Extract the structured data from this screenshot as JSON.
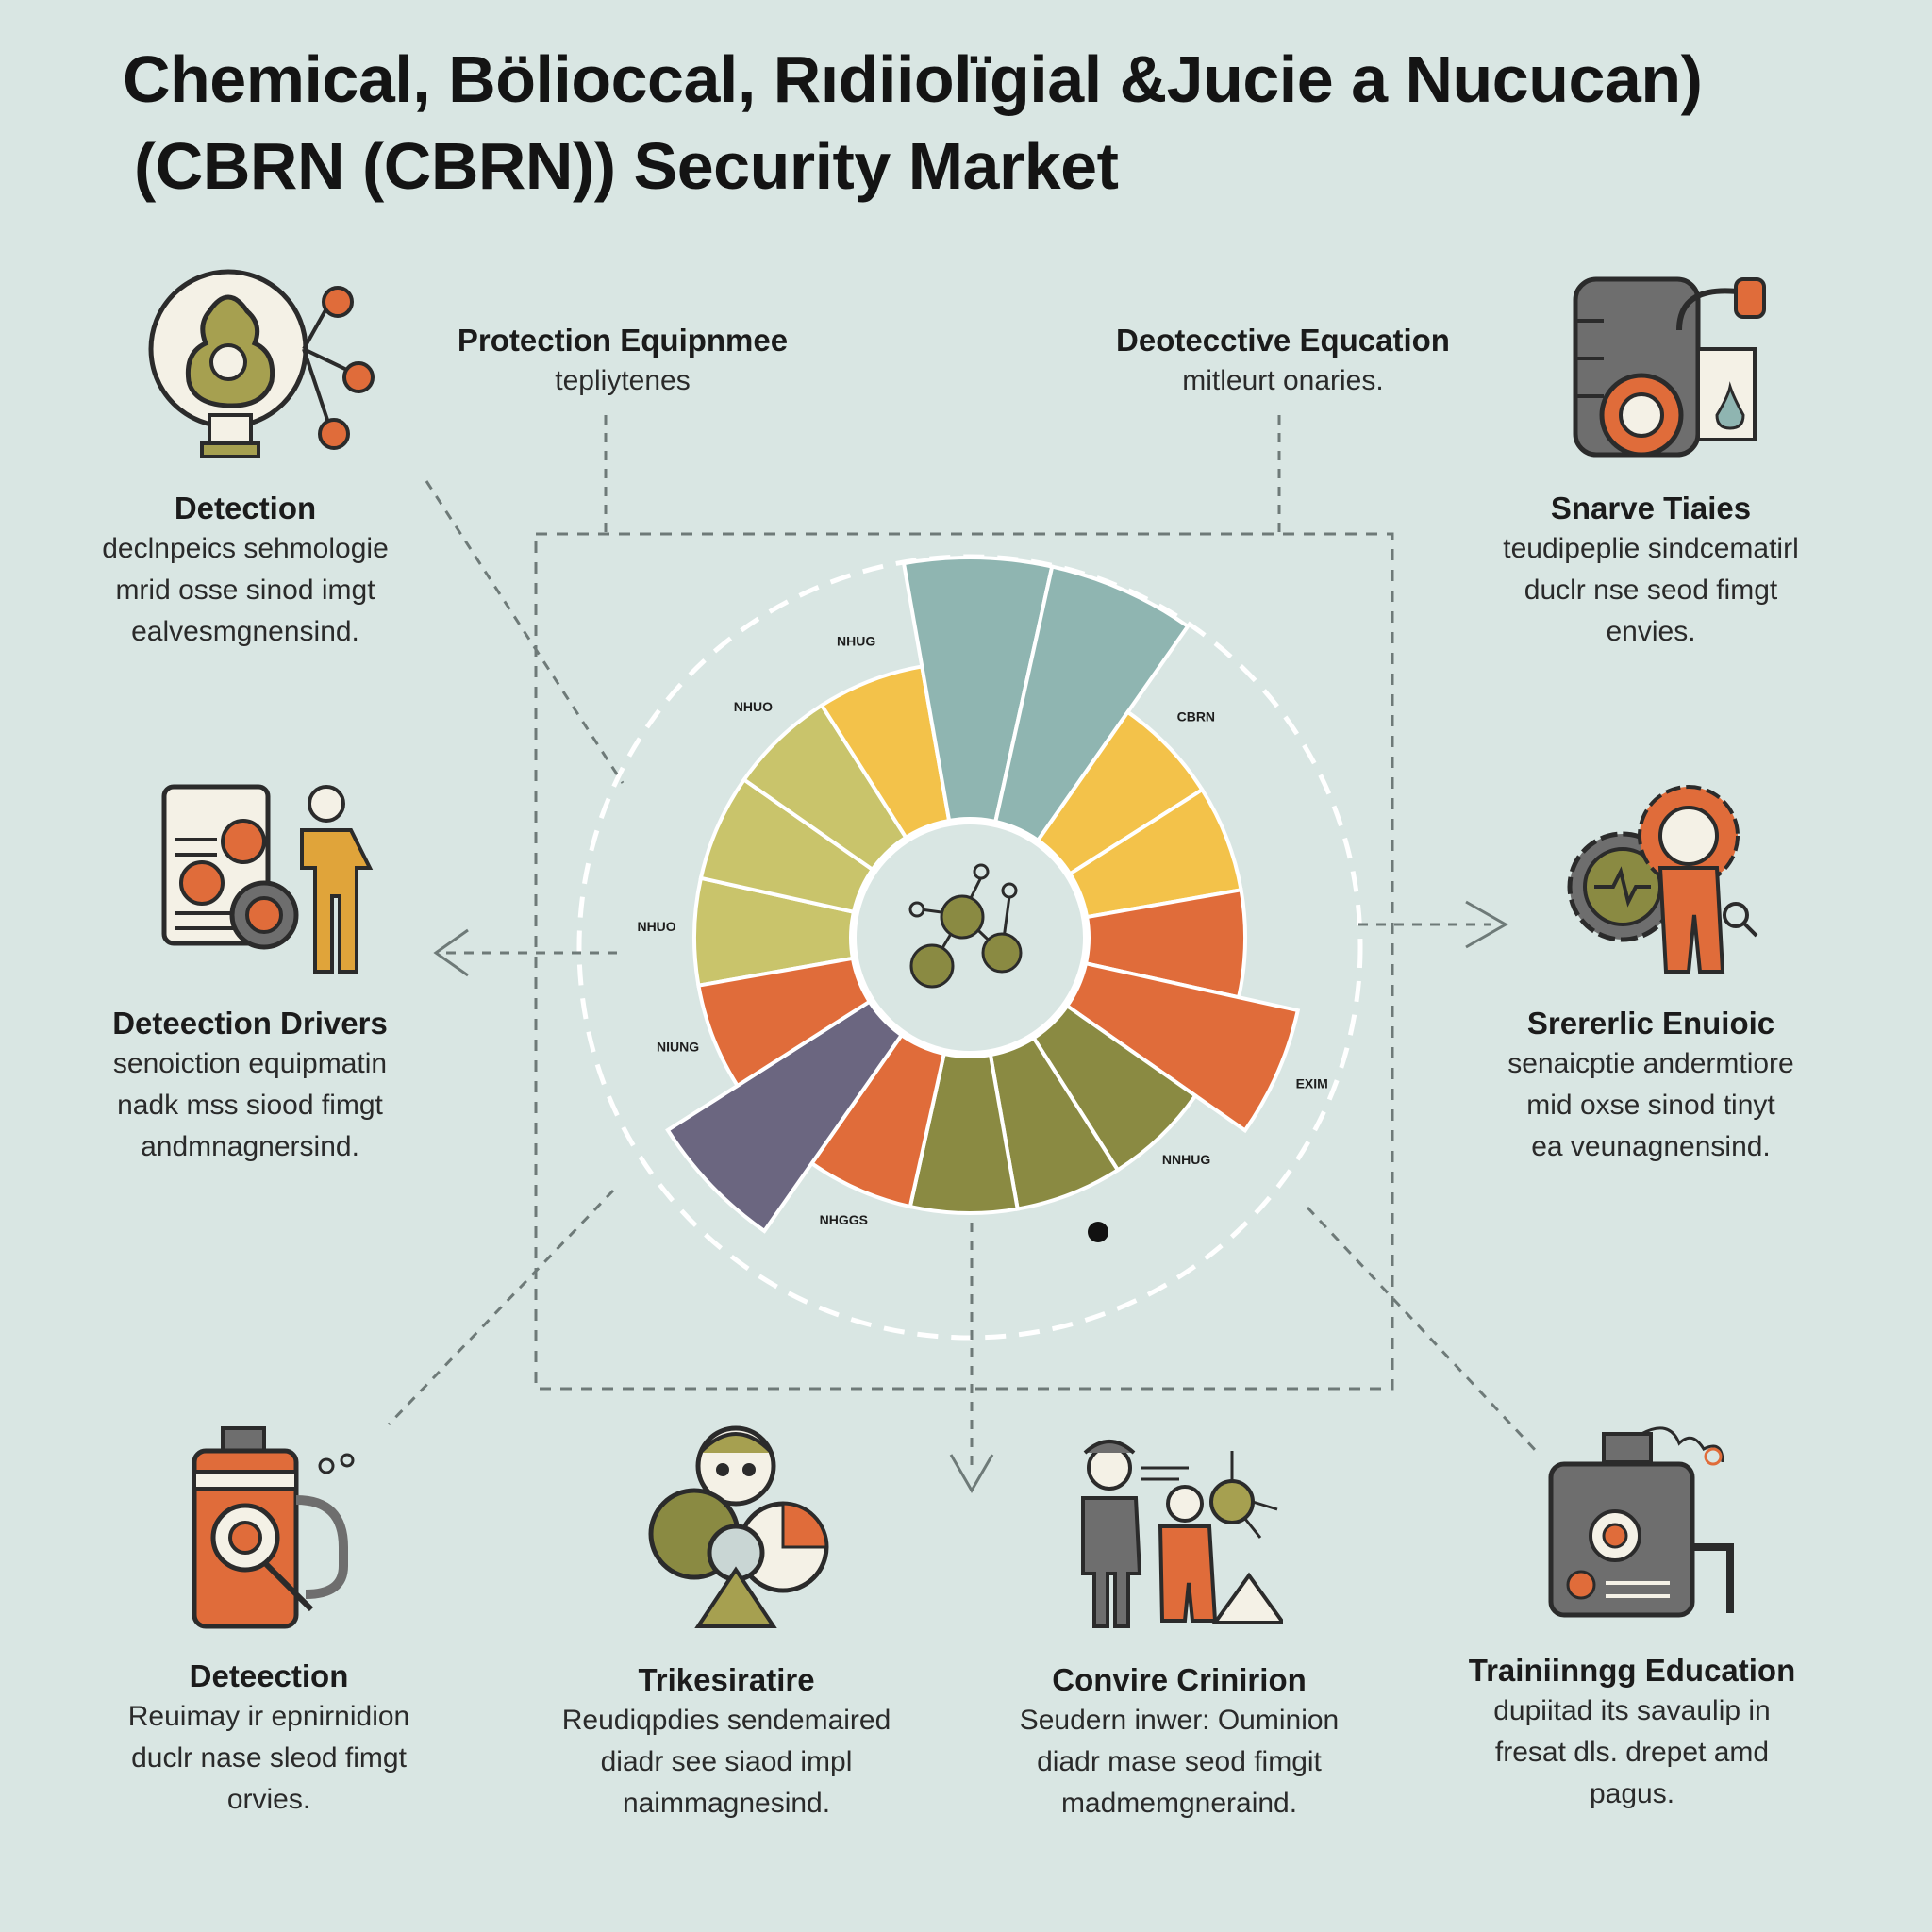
{
  "title": {
    "line1": "Chemical, Bölioccal, Rıdiiolïgial &Jucie a Nucucan)",
    "line2": "(CBRN (CBRN)) Security Market"
  },
  "top_labels": [
    {
      "heading": "Protection Equipnmee",
      "sub": "tepliytenes"
    },
    {
      "heading": "Deotecctive Equcation",
      "sub": "mitleurt onaries."
    }
  ],
  "blocks": [
    {
      "heading": "Detection",
      "lines": [
        "declnpeics sehmologie",
        "mrid osse sinod imgt",
        "ealvesmgnensind."
      ]
    },
    {
      "heading": "Snarve Tiaies",
      "lines": [
        "teudipeplie sindcematirl",
        "duclr nse seod fimgt",
        "envies."
      ]
    },
    {
      "heading": "Deteection Drivers",
      "lines": [
        "senoiction equipmatin",
        "nadk mss siood fimgt",
        "andmnagnersind."
      ]
    },
    {
      "heading": "Srererlic Enuioic",
      "lines": [
        "senaicptie andermtiore",
        "mid oxse sinod tinyt",
        "ea veunagnensind."
      ]
    },
    {
      "heading": "Deteection",
      "lines": [
        "Reuimay ir epnirnidion",
        "duclr nase sleod fimgt",
        "orvies."
      ]
    },
    {
      "heading": "Trikesiratire",
      "lines": [
        "Reudiqpdies sendemaired",
        "diadr see siaod impl",
        "naimmagnesind."
      ]
    },
    {
      "heading": "Convire Crinirion",
      "lines": [
        "Seudern inwer: Ouminion",
        "diadr mase seod fimgit",
        "madmemgneraind."
      ]
    },
    {
      "heading": "Trainiinngg Education",
      "lines": [
        "dupiitad its savaulip in",
        "fresat dls. drepet amd",
        "pagus."
      ]
    }
  ],
  "chart_data": {
    "type": "pie",
    "subtype": "radial-segmented-donut",
    "segments": [
      {
        "label": "NHUO",
        "color": "#c9c46b",
        "outer": 1.0
      },
      {
        "label": "",
        "color": "#c9c46b",
        "outer": 1.0
      },
      {
        "label": "NHUO",
        "color": "#c9c46b",
        "outer": 1.0
      },
      {
        "label": "NHUG",
        "color": "#f3c24a",
        "outer": 1.0
      },
      {
        "label": "",
        "color": "#8fb5b1",
        "outer": 1.38
      },
      {
        "label": "",
        "color": "#8fb5b1",
        "outer": 1.38
      },
      {
        "label": "CBRN",
        "color": "#f3c24a",
        "outer": 1.0
      },
      {
        "label": "",
        "color": "#f3c24a",
        "outer": 1.0
      },
      {
        "label": "",
        "color": "#e06c3a",
        "outer": 1.0
      },
      {
        "label": "EXIM",
        "color": "#e06c3a",
        "outer": 1.22
      },
      {
        "label": "NNHUG",
        "color": "#8a8a42",
        "outer": 1.0
      },
      {
        "label": "",
        "color": "#8a8a42",
        "outer": 1.0
      },
      {
        "label": "",
        "color": "#8a8a42",
        "outer": 1.0
      },
      {
        "label": "NHGGS",
        "color": "#e06c3a",
        "outer": 1.0
      },
      {
        "label": "",
        "color": "#6b6680",
        "outer": 1.3
      },
      {
        "label": "NIUNG",
        "color": "#e06c3a",
        "outer": 1.0
      }
    ],
    "colors": {
      "olive_light": "#c9c46b",
      "yellow": "#f3c24a",
      "teal": "#8fb5b1",
      "orange": "#e06c3a",
      "olive_dark": "#8a8a42",
      "purple": "#6b6680"
    }
  },
  "icons": [
    "bulb-molecule-icon",
    "gas-tank-icon",
    "scientist-report-icon",
    "gear-worker-icon",
    "sprayer-icon",
    "hazmat-mask-icon",
    "team-molecule-icon",
    "machine-icon",
    "molecule-center-icon"
  ]
}
